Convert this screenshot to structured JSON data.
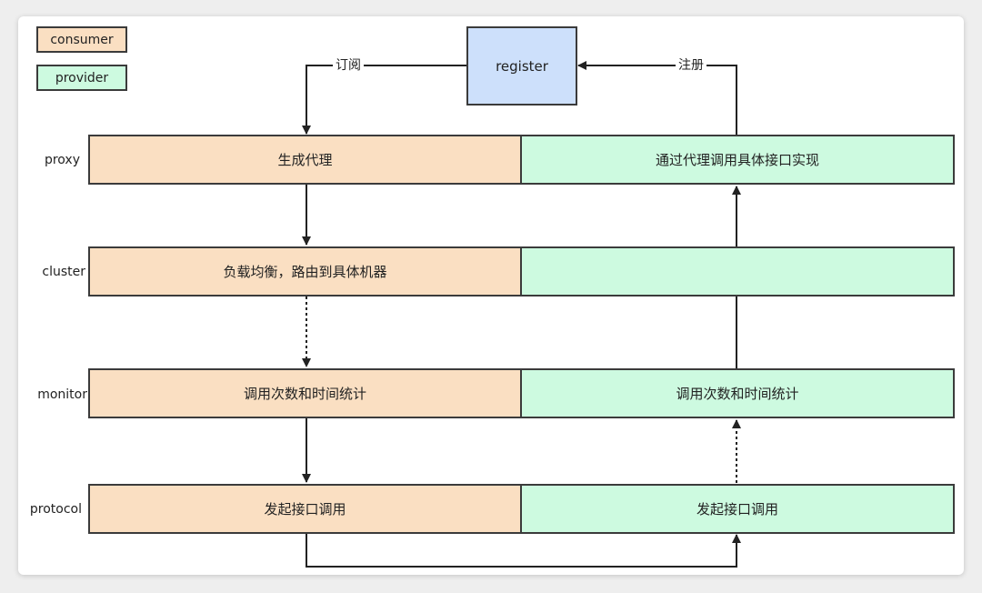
{
  "legend": {
    "consumer": "consumer",
    "provider": "provider"
  },
  "register": {
    "label": "register",
    "subscribe_label": "订阅",
    "register_label": "注册"
  },
  "layers": [
    {
      "label": "proxy",
      "consumer": "生成代理",
      "provider": "通过代理调用具体接口实现"
    },
    {
      "label": "cluster",
      "consumer": "负载均衡，路由到具体机器",
      "provider": ""
    },
    {
      "label": "monitor",
      "consumer": "调用次数和时间统计",
      "provider": "调用次数和时间统计"
    },
    {
      "label": "protocol",
      "consumer": "发起接口调用",
      "provider": "发起接口调用"
    }
  ],
  "colors": {
    "consumer": "#fadfc2",
    "provider": "#cdfae0",
    "register": "#cde0fb",
    "stroke": "#3b3b3b"
  }
}
